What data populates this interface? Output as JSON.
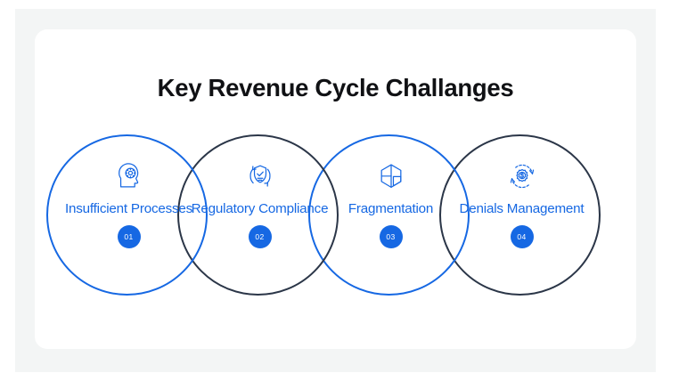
{
  "page": {
    "title": "Key Revenue Cycle Challanges",
    "accent_blue": "#1668e3",
    "accent_dark": "#2b3648",
    "backdrop_color": "#f3f5f5",
    "card_color": "#ffffff",
    "title_color": "#101114"
  },
  "nodes": [
    {
      "label": "Insufficient Processes",
      "badge": "01",
      "ring_color": "#1668e3",
      "ring_style": "blue",
      "icon": "head-gear-icon"
    },
    {
      "label": "Regulatory Compliance",
      "badge": "02",
      "ring_color": "#2b3648",
      "ring_style": "dark",
      "icon": "shield-check-refresh-icon"
    },
    {
      "label": "Fragmentation",
      "badge": "03",
      "ring_color": "#1668e3",
      "ring_style": "blue",
      "icon": "fragmented-hexagon-icon"
    },
    {
      "label": "Denials Management",
      "badge": "04",
      "ring_color": "#2b3648",
      "ring_style": "dark",
      "icon": "gear-dollar-refresh-icon"
    }
  ]
}
